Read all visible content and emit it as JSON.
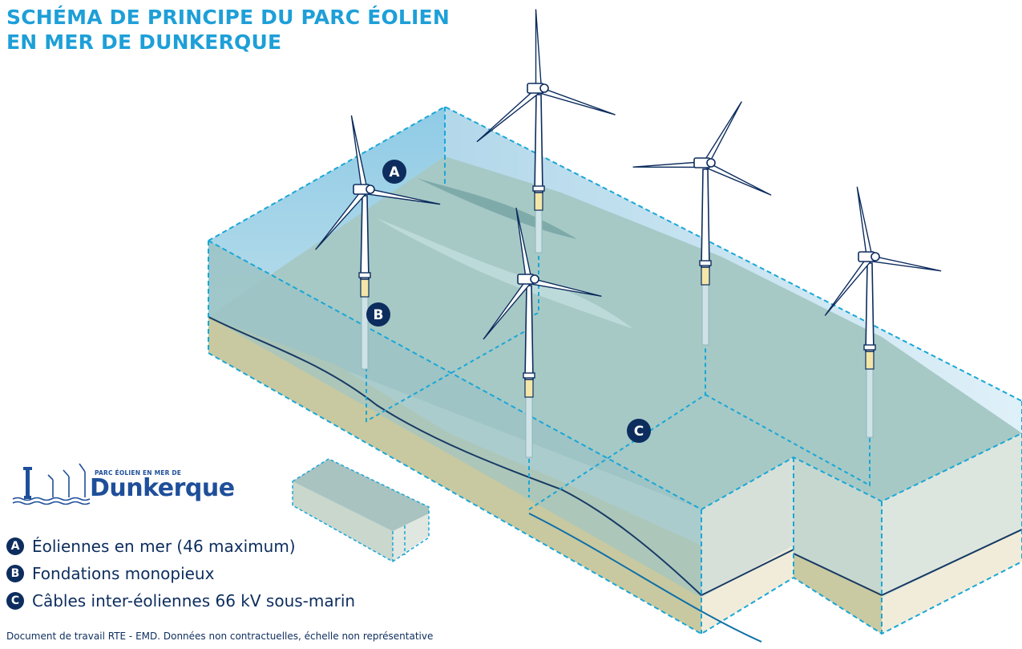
{
  "title": {
    "line1": "SCHÉMA DE PRINCIPE DU PARC ÉOLIEN",
    "line2": "EN MER DE DUNKERQUE"
  },
  "logo": {
    "small_text": "PARC ÉOLIEN EN MER DE",
    "big_text": "Dunkerque"
  },
  "markers": {
    "a": "A",
    "b": "B",
    "c": "C"
  },
  "legend": [
    {
      "letter": "A",
      "text": "Éoliennes en mer (46 maximum)"
    },
    {
      "letter": "B",
      "text": "Fondations monopieux"
    },
    {
      "letter": "C",
      "text": "Câbles inter-éoliennes 66 kV sous-marin"
    }
  ],
  "footnote": "Document de travail RTE - EMD. Données non contractuelles, échelle non représentative",
  "colors": {
    "title": "#1e9fd8",
    "navy": "#0d2d5e",
    "water_top": "#a7d3e8",
    "water_body": "#9fc7c8",
    "seabed": "#c9c9a2",
    "sand": "#f1ecda",
    "dashed": "#1aa7d6",
    "logo": "#1f4f9a"
  }
}
